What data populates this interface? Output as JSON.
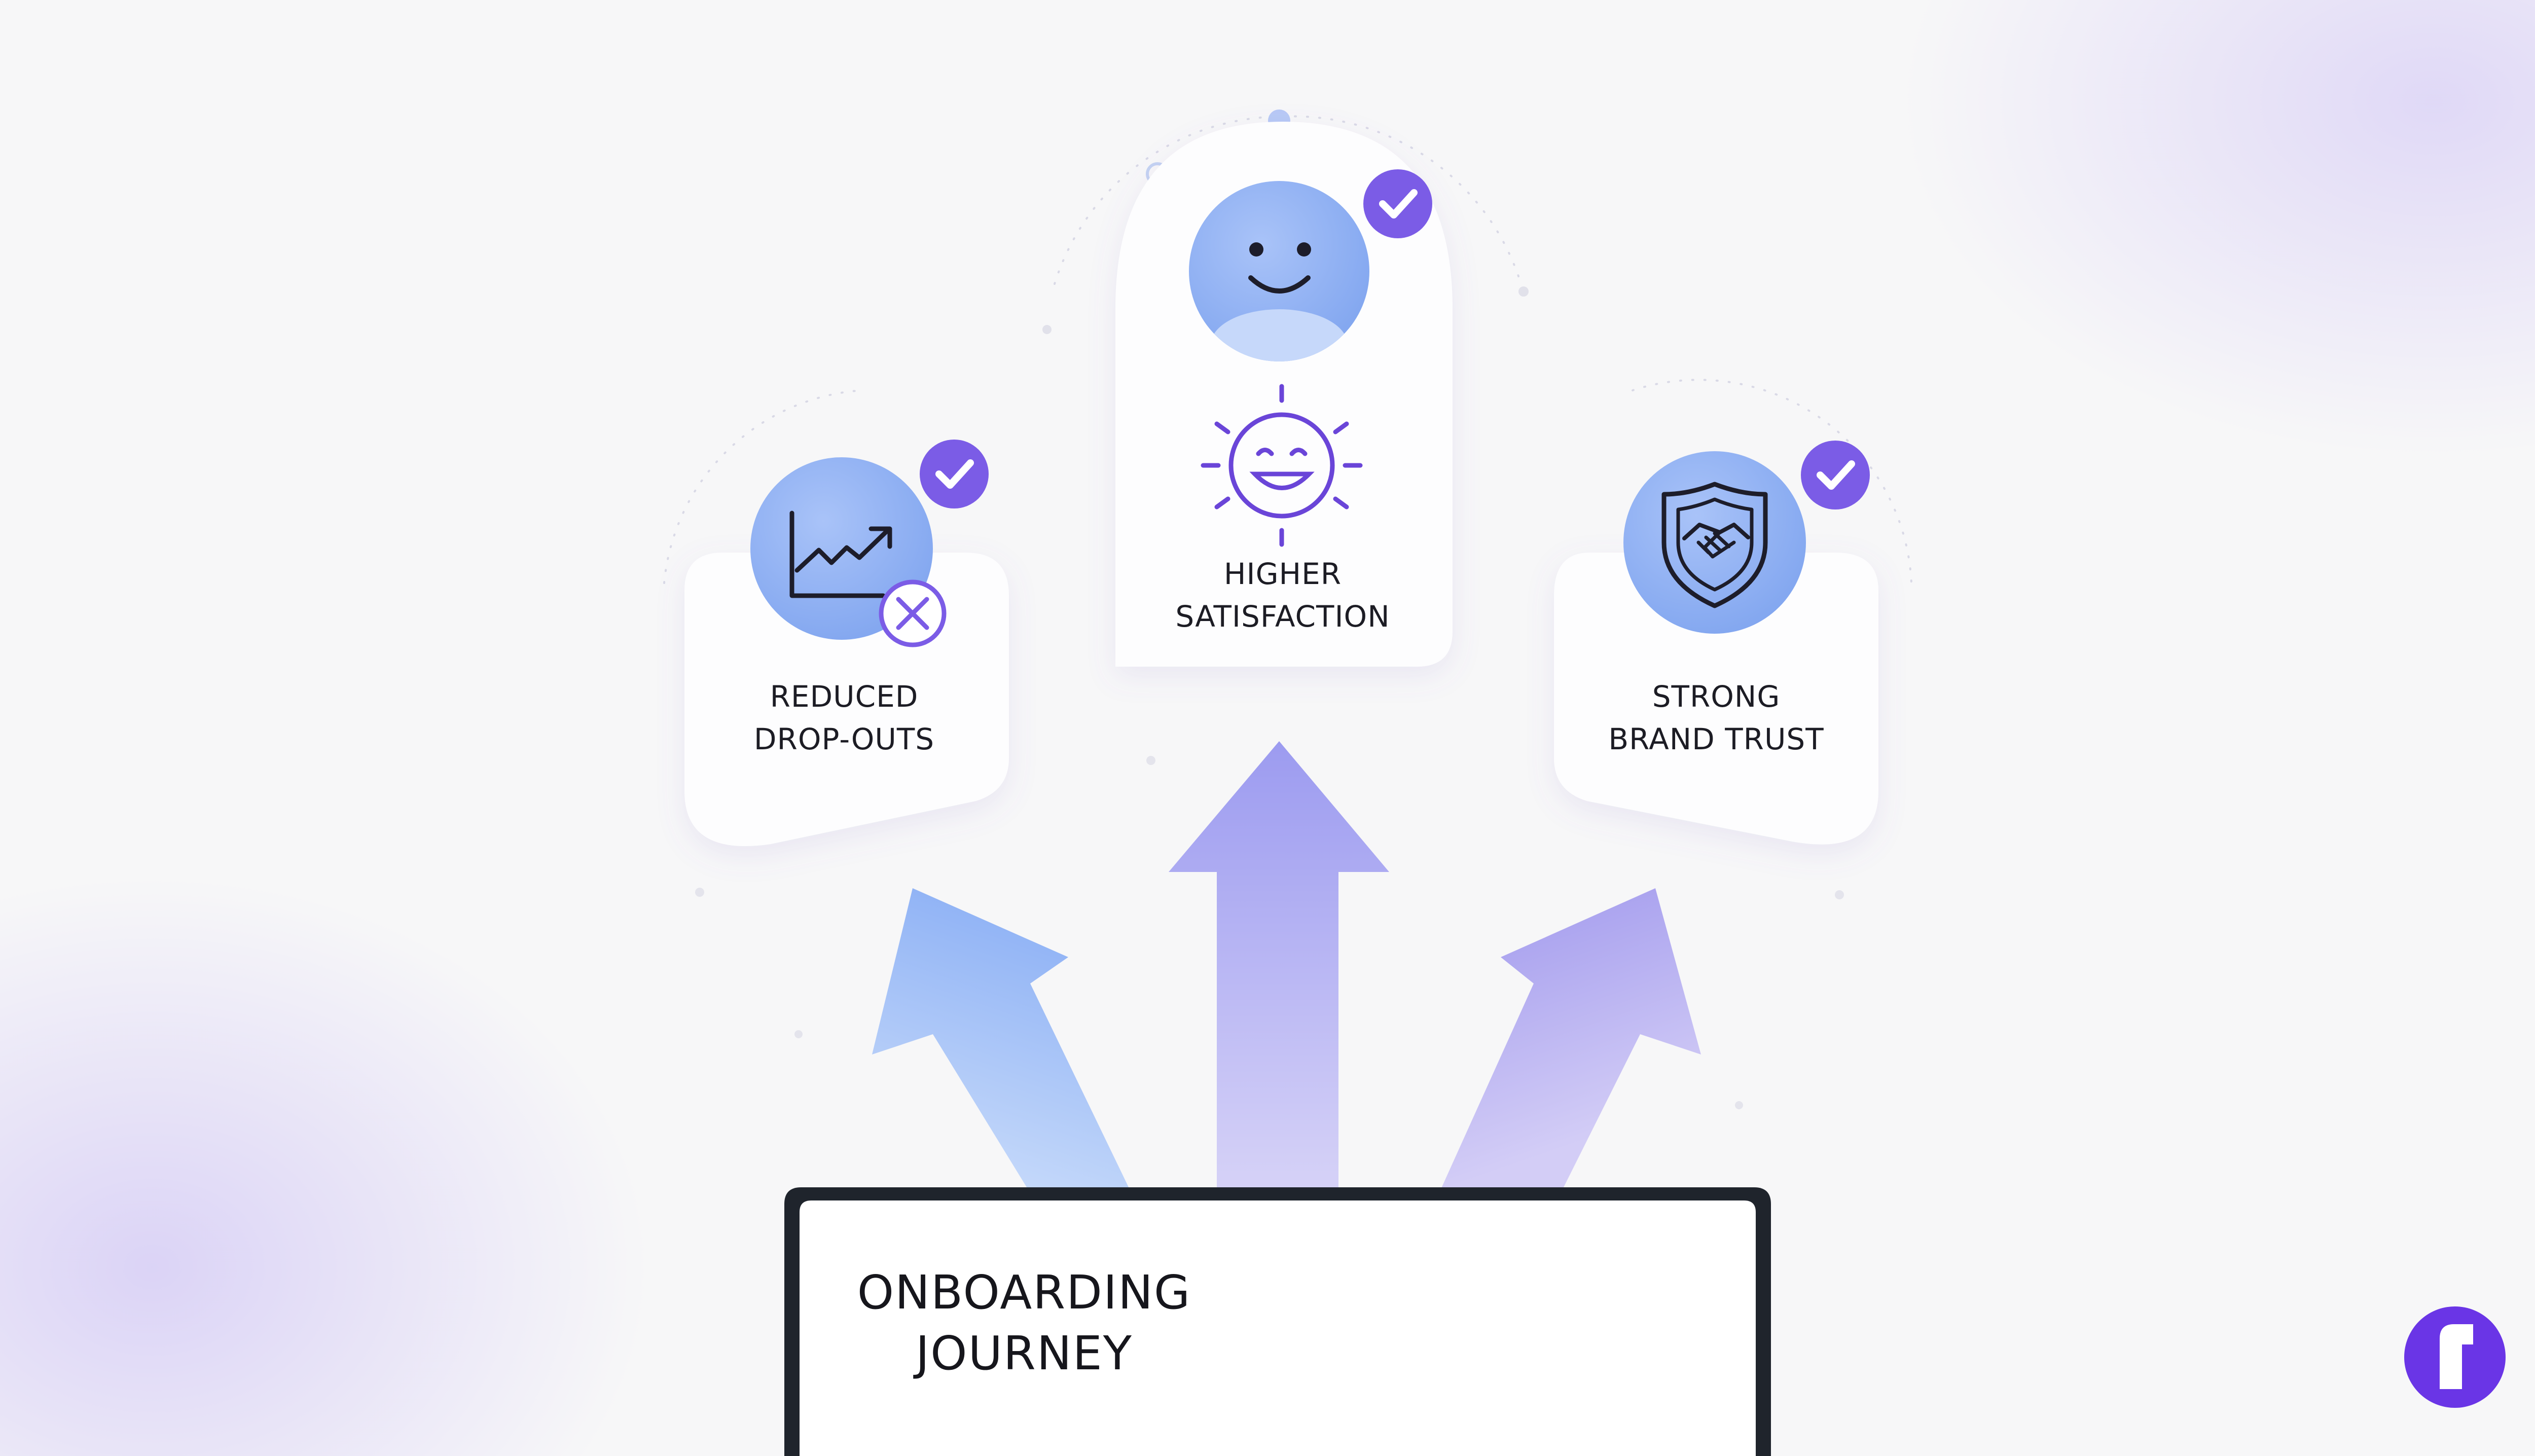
{
  "outcomes": {
    "reduced": {
      "line1": "REDUCED",
      "line2": "DROP-OUTS"
    },
    "satisfaction": {
      "line1": "HIGHER",
      "line2": "SATISFACTION"
    },
    "trust": {
      "line1": "STRONG",
      "line2": "BRAND TRUST"
    }
  },
  "journey": {
    "line1": "ONBOARDING",
    "line2": "JOURNEY"
  },
  "icons": [
    "trend-chart-icon",
    "cancel-x-icon",
    "smiley-face-icon",
    "happy-sun-icon",
    "handshake-shield-icon",
    "checkmark-icon",
    "brand-logo-icon"
  ],
  "colors": {
    "accent_purple": "#7b5ce6",
    "icon_blue": "#8fb2f4",
    "arrow_blue": "#8fb3f6",
    "arrow_purple": "#a79af0",
    "logo_purple": "#6a35e6",
    "frame_dark": "#1f242c"
  }
}
